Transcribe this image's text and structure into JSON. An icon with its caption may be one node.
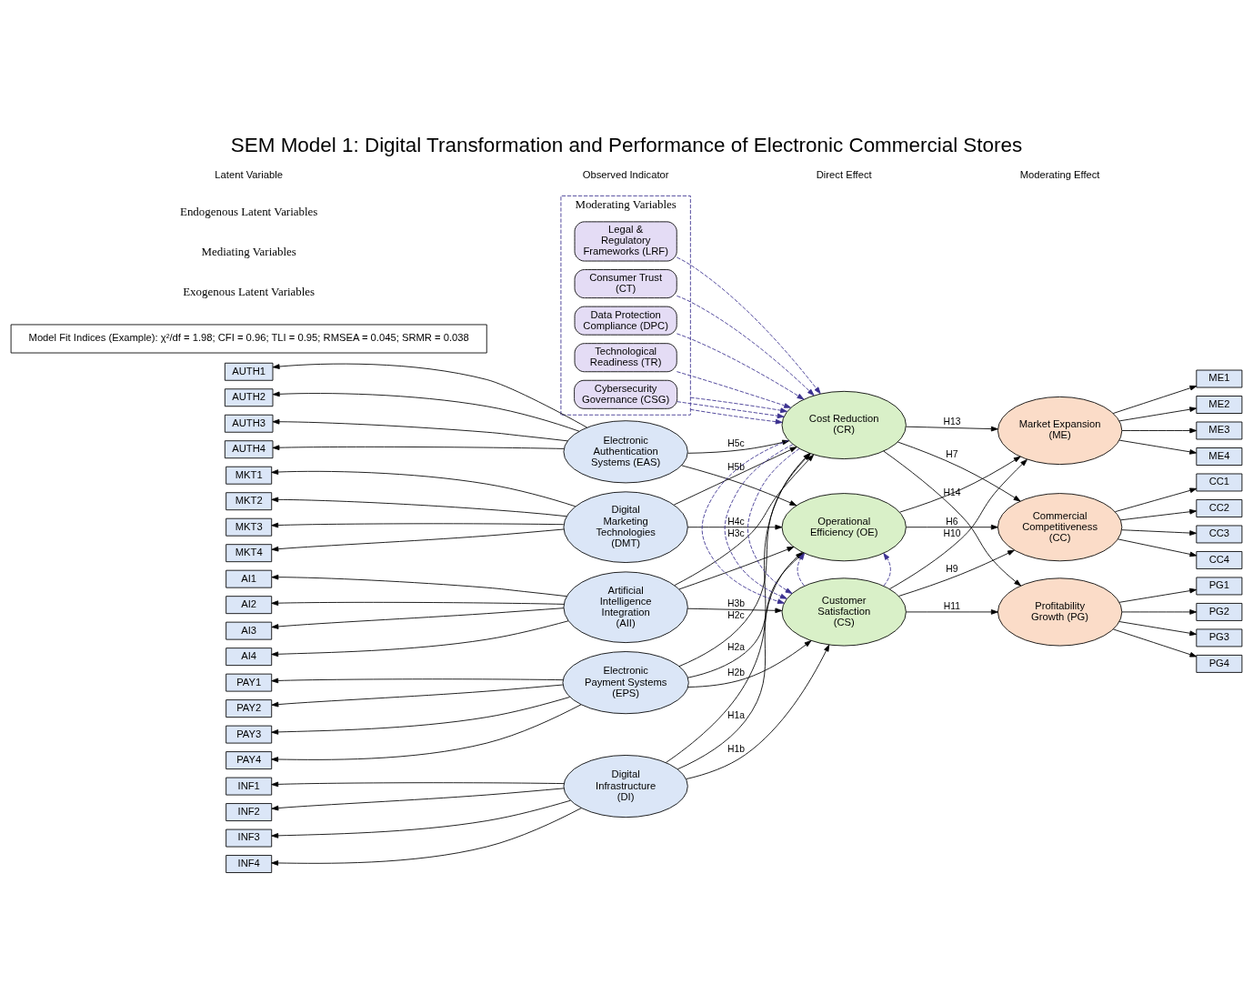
{
  "diagram": {
    "title": "SEM Model 1: Digital Transformation and Performance of Electronic Commercial Stores",
    "nodes": [
      {
        "text": [
          "INF1"
        ]
      },
      {
        "text": [
          "INF2"
        ]
      },
      {
        "text": [
          "INF3"
        ]
      },
      {
        "text": [
          "INF4"
        ]
      },
      {
        "text": [
          "Digital Infrastructure (DI)"
        ]
      },
      {
        "text": [
          "PAY1"
        ]
      },
      {
        "text": [
          "PAY2"
        ]
      },
      {
        "text": [
          "PAY3"
        ]
      },
      {
        "text": [
          "PAY4"
        ]
      },
      {
        "text": [
          "Electronic Payment Systems (EPS)"
        ]
      },
      {
        "text": [
          "AI1"
        ]
      },
      {
        "text": [
          "AI2"
        ]
      },
      {
        "text": [
          "AI3"
        ]
      },
      {
        "text": [
          "AI4"
        ]
      },
      {
        "text": [
          "Artificial Intelligence Integration (AII)"
        ]
      },
      {
        "text": [
          "MKT1"
        ]
      },
      {
        "text": [
          "MKT2"
        ]
      },
      {
        "text": [
          "MKT3"
        ]
      },
      {
        "text": [
          "MKT4"
        ]
      },
      {
        "text": [
          "Digital Marketing Technologies (DMT)"
        ]
      },
      {
        "text": [
          "AUTH1"
        ]
      },
      {
        "text": [
          "AUTH2"
        ]
      },
      {
        "text": [
          "AUTH3"
        ]
      },
      {
        "text": [
          "AUTH4"
        ]
      },
      {
        "text": [
          "Electronic Authentication Systems (EAS)"
        ]
      },
      {
        "text": [
          "Operational Efficiency (OE)"
        ]
      },
      {
        "text": [
          "Customer Satisfaction (CS)"
        ]
      },
      {
        "text": [
          "Cost Reduction (CR)"
        ]
      },
      {
        "text": [
          "Commercial Competitiveness (CC)"
        ]
      },
      {
        "text": [
          "CC1"
        ]
      },
      {
        "text": [
          "CC2"
        ]
      },
      {
        "text": [
          "CC3"
        ]
      },
      {
        "text": [
          "CC4"
        ]
      },
      {
        "text": [
          "Market Expansion (ME)"
        ]
      },
      {
        "text": [
          "ME1"
        ]
      },
      {
        "text": [
          "ME2"
        ]
      },
      {
        "text": [
          "ME3"
        ]
      },
      {
        "text": [
          "ME4"
        ]
      },
      {
        "text": [
          "Profitability Growth (PG)"
        ]
      },
      {
        "text": [
          "PG1"
        ]
      },
      {
        "text": [
          "PG2"
        ]
      },
      {
        "text": [
          "PG3"
        ]
      },
      {
        "text": [
          "PG4"
        ]
      },
      {
        "text": [
          "Moderating Variables"
        ]
      },
      {
        "text": [
          "Cybersecurity Governance (CSG)"
        ],
        "in": 43
      },
      {
        "text": [
          "Legal & Regulatory Frameworks (LRF)"
        ],
        "in": 43
      },
      {
        "text": [
          "Consumer Trust (CT)"
        ],
        "in": 43
      },
      {
        "text": [
          "Data Protection Compliance (DPC)"
        ],
        "in": 43
      },
      {
        "text": [
          "Technological Readiness (TR)"
        ],
        "in": 43
      },
      {
        "text": [
          "Model Fit Indices (Example): χ²/df = 1.98; CFI = 0.96; TLI = 0.95; RMSEA = 0.045; SRMR = 0.038"
        ]
      }
    ],
    "edges": [
      {
        "from": 4,
        "to": 0,
        "arrow": "to"
      },
      {
        "from": 4,
        "to": 1,
        "arrow": "to"
      },
      {
        "from": 4,
        "to": 2,
        "arrow": "to"
      },
      {
        "from": 4,
        "to": 3,
        "arrow": "to"
      },
      {
        "from": 9,
        "to": 5,
        "arrow": "to"
      },
      {
        "from": 9,
        "to": 6,
        "arrow": "to"
      },
      {
        "from": 9,
        "to": 7,
        "arrow": "to"
      },
      {
        "from": 9,
        "to": 8,
        "arrow": "to"
      },
      {
        "from": 14,
        "to": 10,
        "arrow": "to"
      },
      {
        "from": 14,
        "to": 11,
        "arrow": "to"
      },
      {
        "from": 14,
        "to": 12,
        "arrow": "to"
      },
      {
        "from": 14,
        "to": 13,
        "arrow": "to"
      },
      {
        "from": 19,
        "to": 15,
        "arrow": "to"
      },
      {
        "from": 19,
        "to": 16,
        "arrow": "to"
      },
      {
        "from": 19,
        "to": 17,
        "arrow": "to"
      },
      {
        "from": 19,
        "to": 18,
        "arrow": "to"
      },
      {
        "from": 24,
        "to": 20,
        "arrow": "to"
      },
      {
        "from": 24,
        "to": 21,
        "arrow": "to"
      },
      {
        "from": 24,
        "to": 22,
        "arrow": "to"
      },
      {
        "from": 24,
        "to": 23,
        "arrow": "to"
      },
      {
        "from": 4,
        "to": 25,
        "arrow": "to",
        "label": "H1a"
      },
      {
        "from": 4,
        "to": 26,
        "arrow": "to",
        "label": "H1b"
      },
      {
        "from": 4,
        "to": 27,
        "arrow": "to"
      },
      {
        "from": 9,
        "to": 25,
        "arrow": "to",
        "label": "H2a"
      },
      {
        "from": 9,
        "to": 26,
        "arrow": "to",
        "label": "H2b"
      },
      {
        "from": 9,
        "to": 27,
        "arrow": "to",
        "label": "H2c"
      },
      {
        "from": 14,
        "to": 25,
        "arrow": "to"
      },
      {
        "from": 14,
        "to": 26,
        "arrow": "to",
        "label": "H3b"
      },
      {
        "from": 14,
        "to": 27,
        "arrow": "to",
        "label": "H3c"
      },
      {
        "from": 19,
        "to": 25,
        "arrow": "to",
        "label": "H4c"
      },
      {
        "from": 19,
        "to": 27,
        "arrow": "to",
        "label": "H5b"
      },
      {
        "from": 24,
        "to": 25,
        "arrow": "to"
      },
      {
        "from": 24,
        "to": 27,
        "arrow": "to",
        "label": "H5c"
      },
      {
        "from": 25,
        "to": 28,
        "arrow": "to",
        "label": "H6"
      },
      {
        "from": 25,
        "to": 33,
        "arrow": "to"
      },
      {
        "from": 26,
        "to": 28,
        "arrow": "to",
        "label": "H9"
      },
      {
        "from": 26,
        "to": 33,
        "arrow": "to",
        "label": "H10"
      },
      {
        "from": 26,
        "to": 38,
        "arrow": "to",
        "label": "H11"
      },
      {
        "from": 27,
        "to": 28,
        "arrow": "to",
        "label": "H7"
      },
      {
        "from": 27,
        "to": 33,
        "arrow": "to",
        "label": "H13"
      },
      {
        "from": 27,
        "to": 38,
        "arrow": "to",
        "label": "H14"
      },
      {
        "from": 26,
        "to": 25,
        "arrow": "to",
        "style": "dashed",
        "color": "#3a2f8f"
      },
      {
        "from": 26,
        "to": 25,
        "arrow": "to",
        "style": "dashed",
        "color": "#3a2f8f"
      },
      {
        "from": 27,
        "to": 26,
        "arrow": "to",
        "style": "dashed",
        "color": "#3a2f8f"
      },
      {
        "from": 27,
        "to": 26,
        "arrow": "to",
        "style": "dashed",
        "color": "#3a2f8f"
      },
      {
        "from": 27,
        "to": 26,
        "arrow": "to",
        "style": "dashed",
        "color": "#3a2f8f"
      },
      {
        "from": 43,
        "to": 27,
        "arrow": "to",
        "style": "dashed",
        "color": "#3a2f8f"
      },
      {
        "from": 44,
        "to": 27,
        "arrow": "to",
        "style": "dashed",
        "color": "#3a2f8f"
      },
      {
        "from": 45,
        "to": 27,
        "arrow": "to",
        "style": "dashed",
        "color": "#3a2f8f"
      },
      {
        "from": 46,
        "to": 27,
        "arrow": "to",
        "style": "dashed",
        "color": "#3a2f8f"
      },
      {
        "from": 47,
        "to": 27,
        "arrow": "to",
        "style": "dashed",
        "color": "#3a2f8f"
      },
      {
        "from": 48,
        "to": 27,
        "arrow": "to",
        "style": "dashed",
        "color": "#3a2f8f"
      },
      {
        "from": 43,
        "to": 27,
        "arrow": "to",
        "style": "dashed",
        "color": "#3a2f8f"
      },
      {
        "from": 28,
        "to": 29,
        "arrow": "to"
      },
      {
        "from": 28,
        "to": 30,
        "arrow": "to"
      },
      {
        "from": 28,
        "to": 31,
        "arrow": "to"
      },
      {
        "from": 28,
        "to": 32,
        "arrow": "to"
      },
      {
        "from": 33,
        "to": 34,
        "arrow": "to"
      },
      {
        "from": 33,
        "to": 35,
        "arrow": "to"
      },
      {
        "from": 33,
        "to": 36,
        "arrow": "to"
      },
      {
        "from": 33,
        "to": 37,
        "arrow": "to"
      },
      {
        "from": 38,
        "to": 39,
        "arrow": "to"
      },
      {
        "from": 38,
        "to": 40,
        "arrow": "to"
      },
      {
        "from": 38,
        "to": 41,
        "arrow": "to"
      },
      {
        "from": 38,
        "to": 42,
        "arrow": "to"
      }
    ],
    "labels": [
      "Exogenous Latent Variables",
      "Mediating Variables",
      "Endogenous Latent Variables"
    ],
    "legend": [
      {
        "text": "Latent Variable"
      },
      {
        "text": "Observed Indicator"
      },
      {
        "text": "Direct Effect"
      },
      {
        "text": "Moderating Effect"
      }
    ]
  }
}
